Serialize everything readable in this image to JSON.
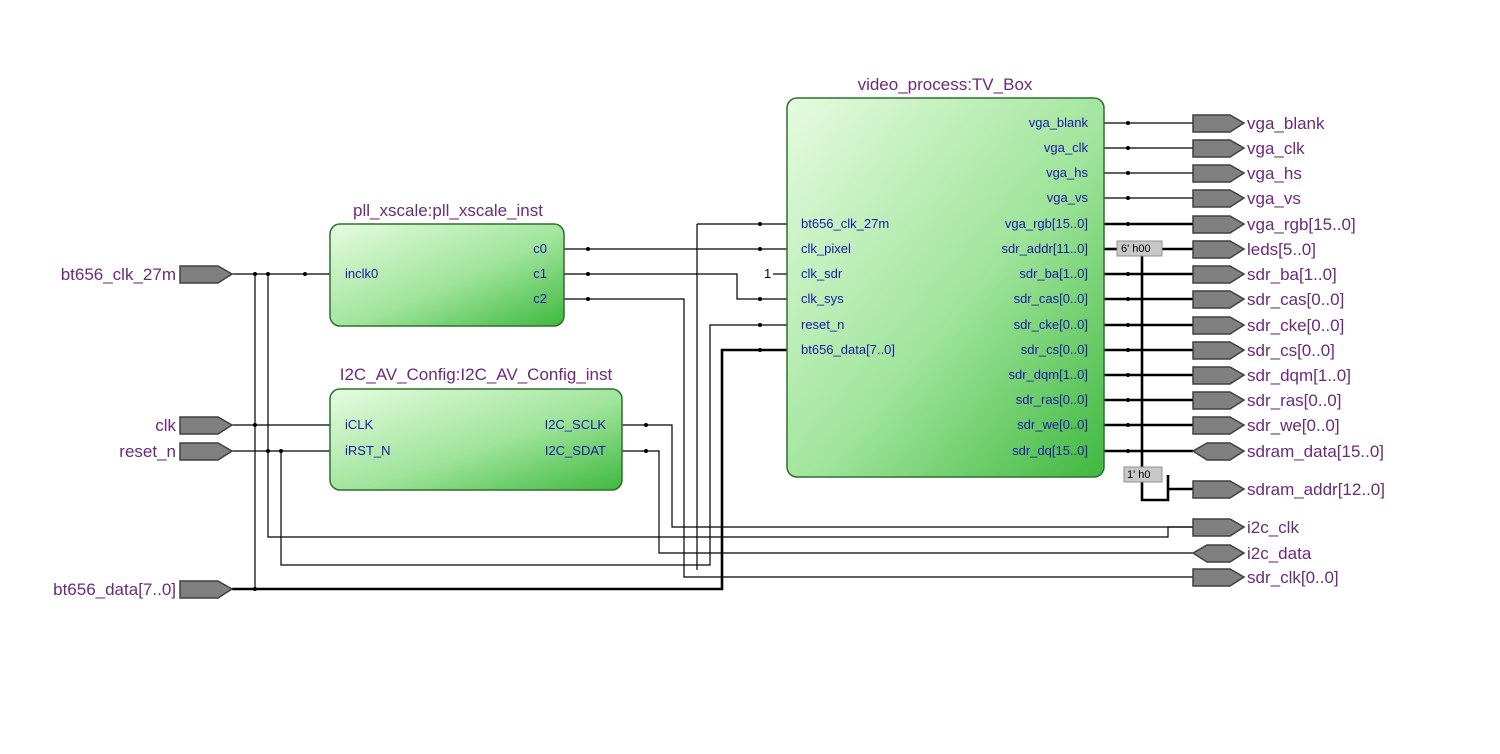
{
  "blocks": {
    "pll": {
      "title": "pll_xscale:pll_xscale_inst",
      "inputs": [
        "inclk0"
      ],
      "outputs": [
        "c0",
        "c1",
        "c2"
      ]
    },
    "i2c": {
      "title": "I2C_AV_Config:I2C_AV_Config_inst",
      "inputs": [
        "iCLK",
        "iRST_N"
      ],
      "outputs": [
        "I2C_SCLK",
        "I2C_SDAT"
      ]
    },
    "tvbox": {
      "title": "video_process:TV_Box",
      "inputs": [
        "bt656_clk_27m",
        "clk_pixel",
        "clk_sdr",
        "clk_sys",
        "reset_n",
        "bt656_data[7..0]"
      ],
      "outputs": [
        "vga_blank",
        "vga_clk",
        "vga_hs",
        "vga_vs",
        "vga_rgb[15..0]",
        "sdr_addr[11..0]",
        "sdr_ba[1..0]",
        "sdr_cas[0..0]",
        "sdr_cke[0..0]",
        "sdr_cs[0..0]",
        "sdr_dqm[1..0]",
        "sdr_ras[0..0]",
        "sdr_we[0..0]",
        "sdr_dq[15..0]"
      ],
      "const_input": "1"
    }
  },
  "input_ports": [
    "bt656_clk_27m",
    "clk",
    "reset_n",
    "bt656_data[7..0]"
  ],
  "output_ports": [
    "vga_blank",
    "vga_clk",
    "vga_hs",
    "vga_vs",
    "vga_rgb[15..0]",
    "leds[5..0]",
    "sdr_ba[1..0]",
    "sdr_cas[0..0]",
    "sdr_cke[0..0]",
    "sdr_cs[0..0]",
    "sdr_dqm[1..0]",
    "sdr_ras[0..0]",
    "sdr_we[0..0]",
    "sdram_data[15..0]",
    "sdram_addr[12..0]",
    "i2c_clk",
    "i2c_data",
    "sdr_clk[0..0]"
  ],
  "constants": {
    "leds": "6' h00",
    "sdram_addr": "1' h0"
  },
  "colors": {
    "block_fill_light": "#e6fbe0",
    "block_fill_dark": "#3fb83f",
    "port_fill": "#808080",
    "title_color": "#6b2a7a",
    "pin_color": "#1a1aa6"
  }
}
